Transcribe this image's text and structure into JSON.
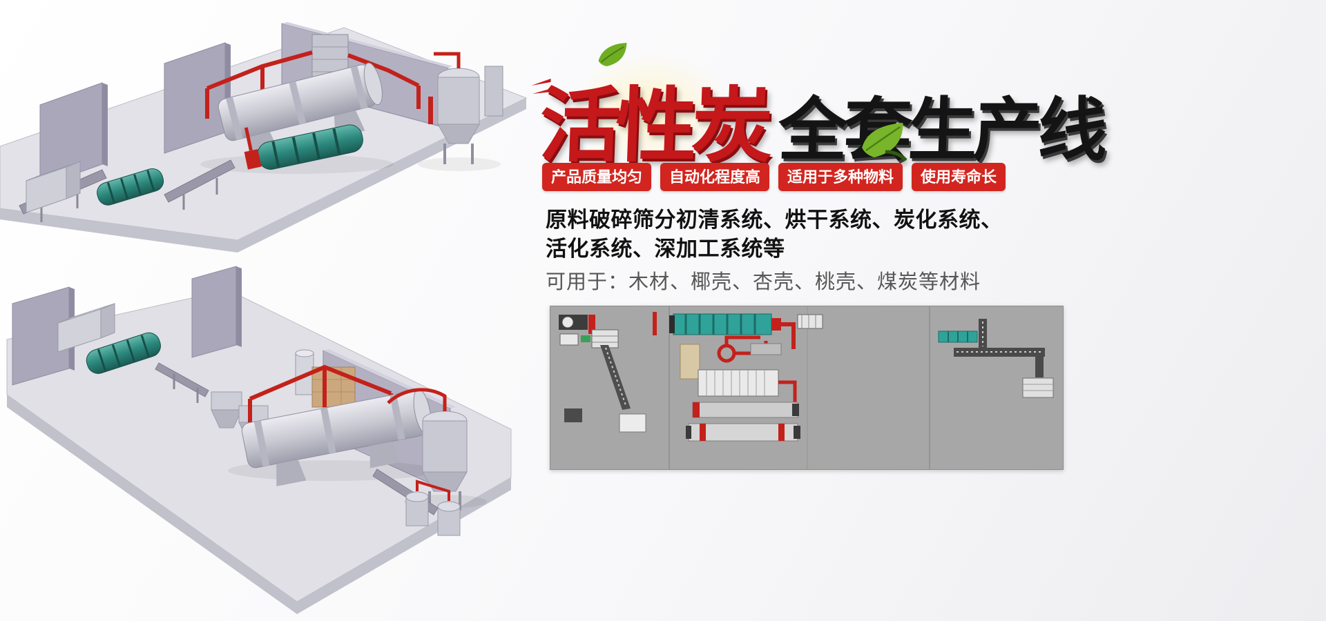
{
  "title": {
    "red": "活性炭",
    "black": "全套生产线"
  },
  "badges": [
    "产品质量均匀",
    "自动化程度高",
    "适用于多种物料",
    "使用寿命长"
  ],
  "description": {
    "line1": "原料破碎筛分初清系统、烘干系统、炭化系统、",
    "line2": "活化系统、深加工系统等",
    "line3": "可用于：木材、椰壳、杏壳、桃壳、煤炭等材料"
  },
  "illustrations": {
    "top_render": "activated-carbon-production-line-3d-render-upper",
    "bottom_render": "activated-carbon-production-line-3d-render-lower",
    "schematic": "production-line-layout-top-view"
  },
  "colors": {
    "badge_red": "#d2251f",
    "title_red": "#c4181a",
    "title_black": "#141414",
    "machine_teal": "#2fa39a",
    "pipe_red": "#c3211b",
    "panel_gray": "#a7a7a7"
  }
}
